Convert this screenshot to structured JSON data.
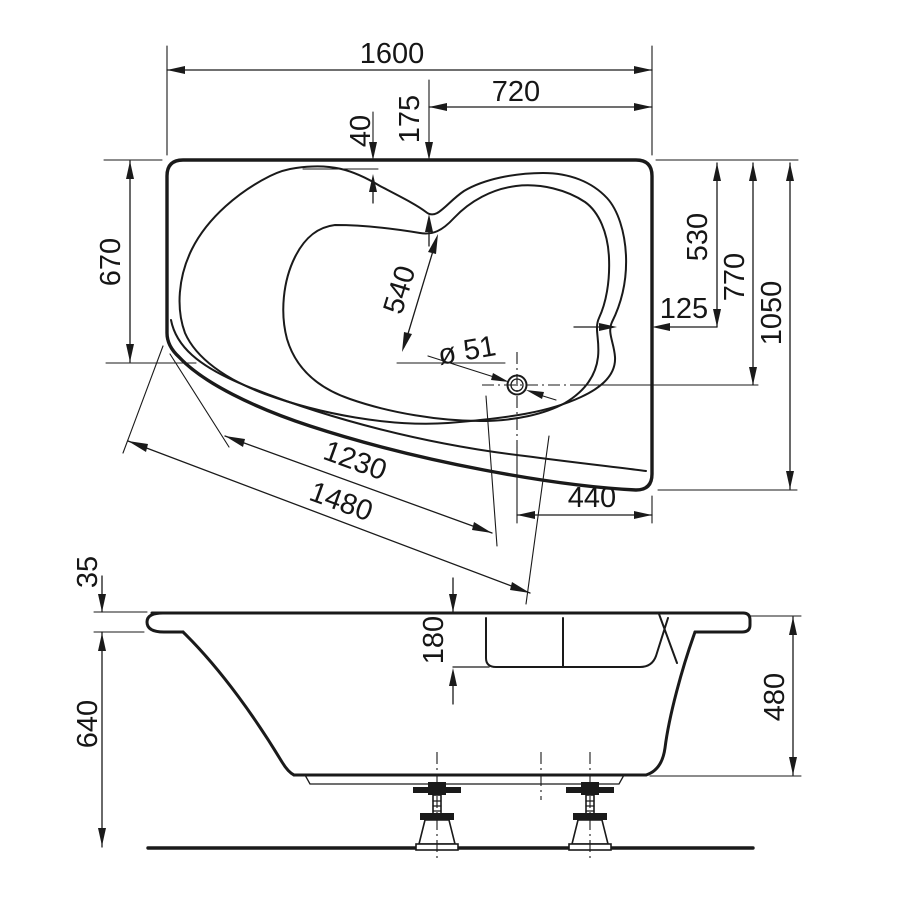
{
  "drawing": {
    "title": "asymmetric-corner-bathtub-technical-drawing",
    "background_color": "#ffffff",
    "line_color": "#1a1a1a",
    "views": {
      "top": {
        "dimensions": {
          "overall_length": "1600",
          "top_right_width": "720",
          "rim_offset_top": "40",
          "basin_top_inset": "175",
          "left_side_depth": "670",
          "backrest_to_drain": "540",
          "drain_diameter": "ø 51",
          "right_depth_530": "530",
          "right_depth_770": "770",
          "overall_width_1050": "1050",
          "edge_gap_125": "125",
          "drain_to_right_edge": "440",
          "diagonal_inner_1230": "1230",
          "diagonal_outer_1480": "1480"
        }
      },
      "side": {
        "dimensions": {
          "rim_thickness": "35",
          "shell_height": "640",
          "seat_depth": "180",
          "apron_height": "480"
        }
      }
    }
  }
}
